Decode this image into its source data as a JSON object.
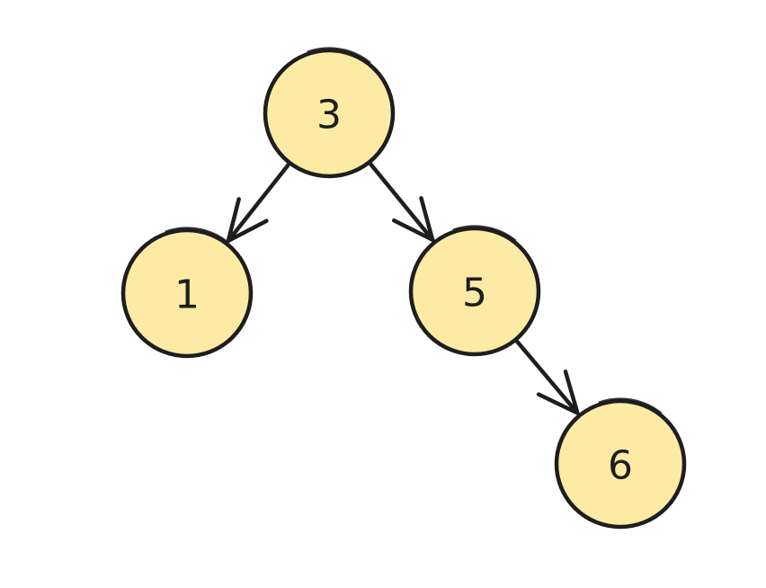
{
  "diagram": {
    "type": "binary-search-tree",
    "colors": {
      "node_fill": "#fdeba5",
      "stroke": "#1e1e1e",
      "background": "#ffffff"
    },
    "nodes": [
      {
        "id": "n3",
        "label": "3"
      },
      {
        "id": "n1",
        "label": "1"
      },
      {
        "id": "n5",
        "label": "5"
      },
      {
        "id": "n6",
        "label": "6"
      }
    ],
    "edges": [
      {
        "from": "n3",
        "to": "n1"
      },
      {
        "from": "n3",
        "to": "n5"
      },
      {
        "from": "n5",
        "to": "n6"
      }
    ]
  }
}
